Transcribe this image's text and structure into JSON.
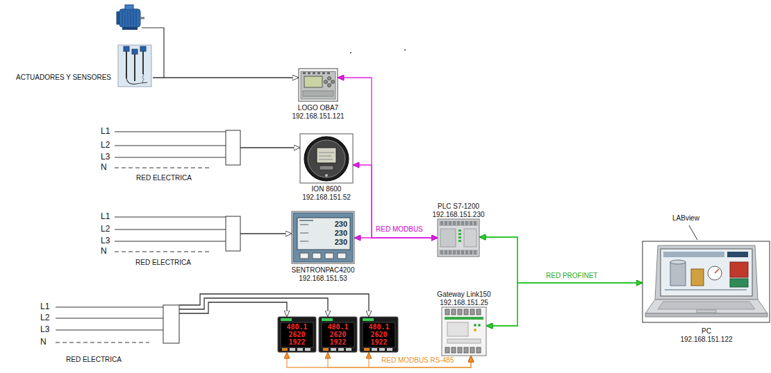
{
  "diagram": {
    "nodes": [
      {
        "text": [
          "ACTUADORES Y SENSORES"
        ]
      },
      {
        "text": [
          "LOGO OBA7",
          "192.168.151.121"
        ]
      },
      {
        "text": [
          "L1",
          "L2",
          "L3",
          "N",
          "RED ELECTRICA"
        ]
      },
      {
        "text": [
          "ION 8600",
          "192.168.151.52"
        ]
      },
      {
        "text": [
          "PLC S7-1200",
          "192.168.151.230"
        ]
      },
      {
        "text": [
          "L1",
          "L2",
          "L3",
          "N",
          "RED ELECTRICA"
        ]
      },
      {
        "text": [
          "230",
          "230",
          "230",
          "SENTRONPAC4200",
          "192.168.151.53"
        ]
      },
      {
        "text": [
          "PC",
          "192.168.151.122"
        ]
      },
      {
        "text": [
          "Gateway Link150",
          "192.168.151.25"
        ]
      },
      {
        "text": [
          "L1",
          "L2",
          "L3",
          "N",
          "RED ELECTRICA"
        ]
      },
      {
        "text": [
          "480.1",
          "2620",
          "1922"
        ]
      },
      {
        "text": [
          "480.1",
          "2620",
          "1922"
        ]
      },
      {
        "text": [
          "480.1",
          "2620",
          "1922"
        ]
      }
    ],
    "edges": [
      {
        "from": 0,
        "to": 1,
        "arrow": "to"
      },
      {
        "from": 2,
        "to": 3,
        "arrow": "to"
      },
      {
        "from": 5,
        "to": 6,
        "arrow": "to"
      },
      {
        "from": 1,
        "to": 4,
        "arrow": "both"
      },
      {
        "from": 3,
        "to": 4,
        "arrow": "both"
      },
      {
        "from": 6,
        "to": 4,
        "arrow": "both",
        "label": "RED MODBUS"
      },
      {
        "from": 4,
        "to": 7,
        "arrow": "both",
        "label": "RED PROFINET"
      },
      {
        "from": 4,
        "to": 8,
        "arrow": "both"
      },
      {
        "from": 8,
        "to": 7,
        "arrow": "both"
      },
      {
        "from": 9,
        "to": 10,
        "arrow": "to"
      },
      {
        "from": 9,
        "to": 11,
        "arrow": "to"
      },
      {
        "from": 9,
        "to": 12,
        "arrow": "to"
      },
      {
        "from": 10,
        "to": 8,
        "arrow": "both"
      },
      {
        "from": 11,
        "to": 8,
        "arrow": "both",
        "label": "RED MODBUS RS-485"
      },
      {
        "from": 12,
        "to": 8,
        "arrow": "both"
      }
    ],
    "labels": [
      "LABview"
    ]
  }
}
